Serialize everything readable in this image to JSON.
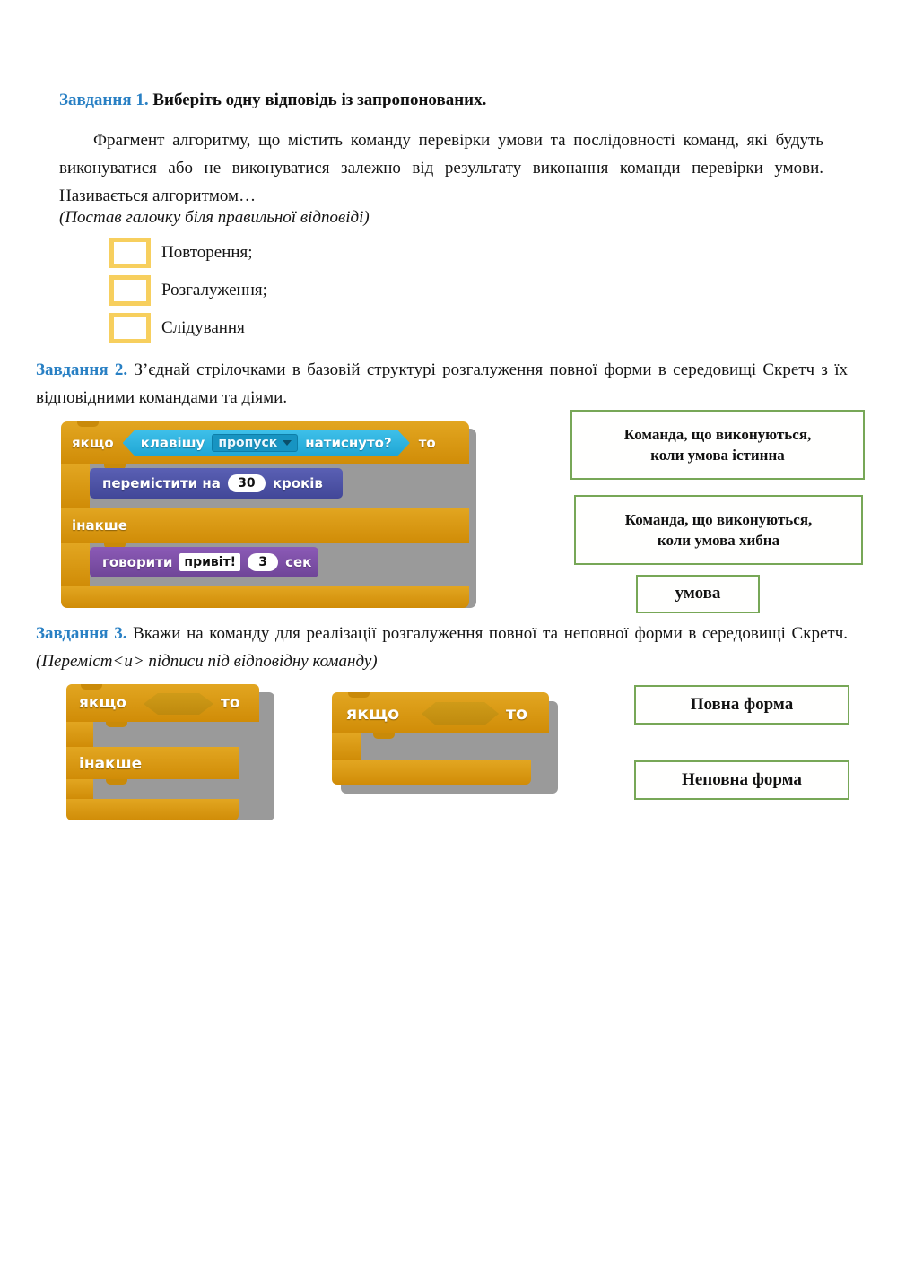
{
  "document": {
    "language": "uk"
  },
  "colors": {
    "task_label_blue": "#2980c4",
    "checkbox_border_gold": "#f7cf5e",
    "green_box_border": "#77a757",
    "scratch_control_orange": "#d99611",
    "scratch_sensing_cyan": "#2bb4e0",
    "scratch_motion_blue": "#4b51a6",
    "scratch_looks_purple": "#7c4fa6",
    "scratch_shadow_gray": "#9a9a9a"
  },
  "task1": {
    "label": "Завдання 1.",
    "title": "Виберіть одну відповідь із запропонованих.",
    "paragraph": "Фрагмент алгоритму, що містить команду перевірки умови та послідовності команд, які будуть виконуватися або не виконуватися залежно від результату виконання команди перевірки умови. Називається алгоритмом…",
    "instruction": "(Постав галочку біля правильної відповіді)",
    "options": [
      {
        "label": "Повторення;",
        "checked": false
      },
      {
        "label": "Розгалуження;",
        "checked": false
      },
      {
        "label": "Слідування",
        "checked": false
      }
    ]
  },
  "task2": {
    "label": "Завдання 2.",
    "text": "З’єднай стрілочками в базовій структурі розгалуження повної форми в середовищі Скретч з їх відповідними командами та діями.",
    "scratch": {
      "if_label": "якщо",
      "then_label": "то",
      "else_label": "інакше",
      "condition": {
        "prefix": "клавішу",
        "dropdown_value": "пропуск",
        "suffix": "натиснуто?"
      },
      "then_command": {
        "prefix": "перемістити на",
        "value": "30",
        "suffix": "кроків"
      },
      "else_command": {
        "prefix": "говорити",
        "text_value": "привіт!",
        "number_value": "3",
        "suffix": "сек"
      }
    },
    "answer_boxes": [
      {
        "line1": "Команда, що виконуються,",
        "line2": "коли умова істинна"
      },
      {
        "line1": "Команда, що виконуються,",
        "line2": "коли умова хибна"
      },
      {
        "line1": "умова",
        "line2": ""
      }
    ]
  },
  "task3": {
    "label": "Завдання 3.",
    "text": "Вкажи на команду для реалізації розгалуження повної та неповної форми в середовищі Скретч.",
    "text_italic": "(Переміст<и> підписи під відповідну команду)",
    "blocks": {
      "full": {
        "if_label": "якщо",
        "then_label": "то",
        "else_label": "інакше"
      },
      "partial": {
        "if_label": "якщо",
        "then_label": "то"
      }
    },
    "answer_boxes": [
      {
        "label": "Повна форма"
      },
      {
        "label": "Неповна форма"
      }
    ]
  }
}
